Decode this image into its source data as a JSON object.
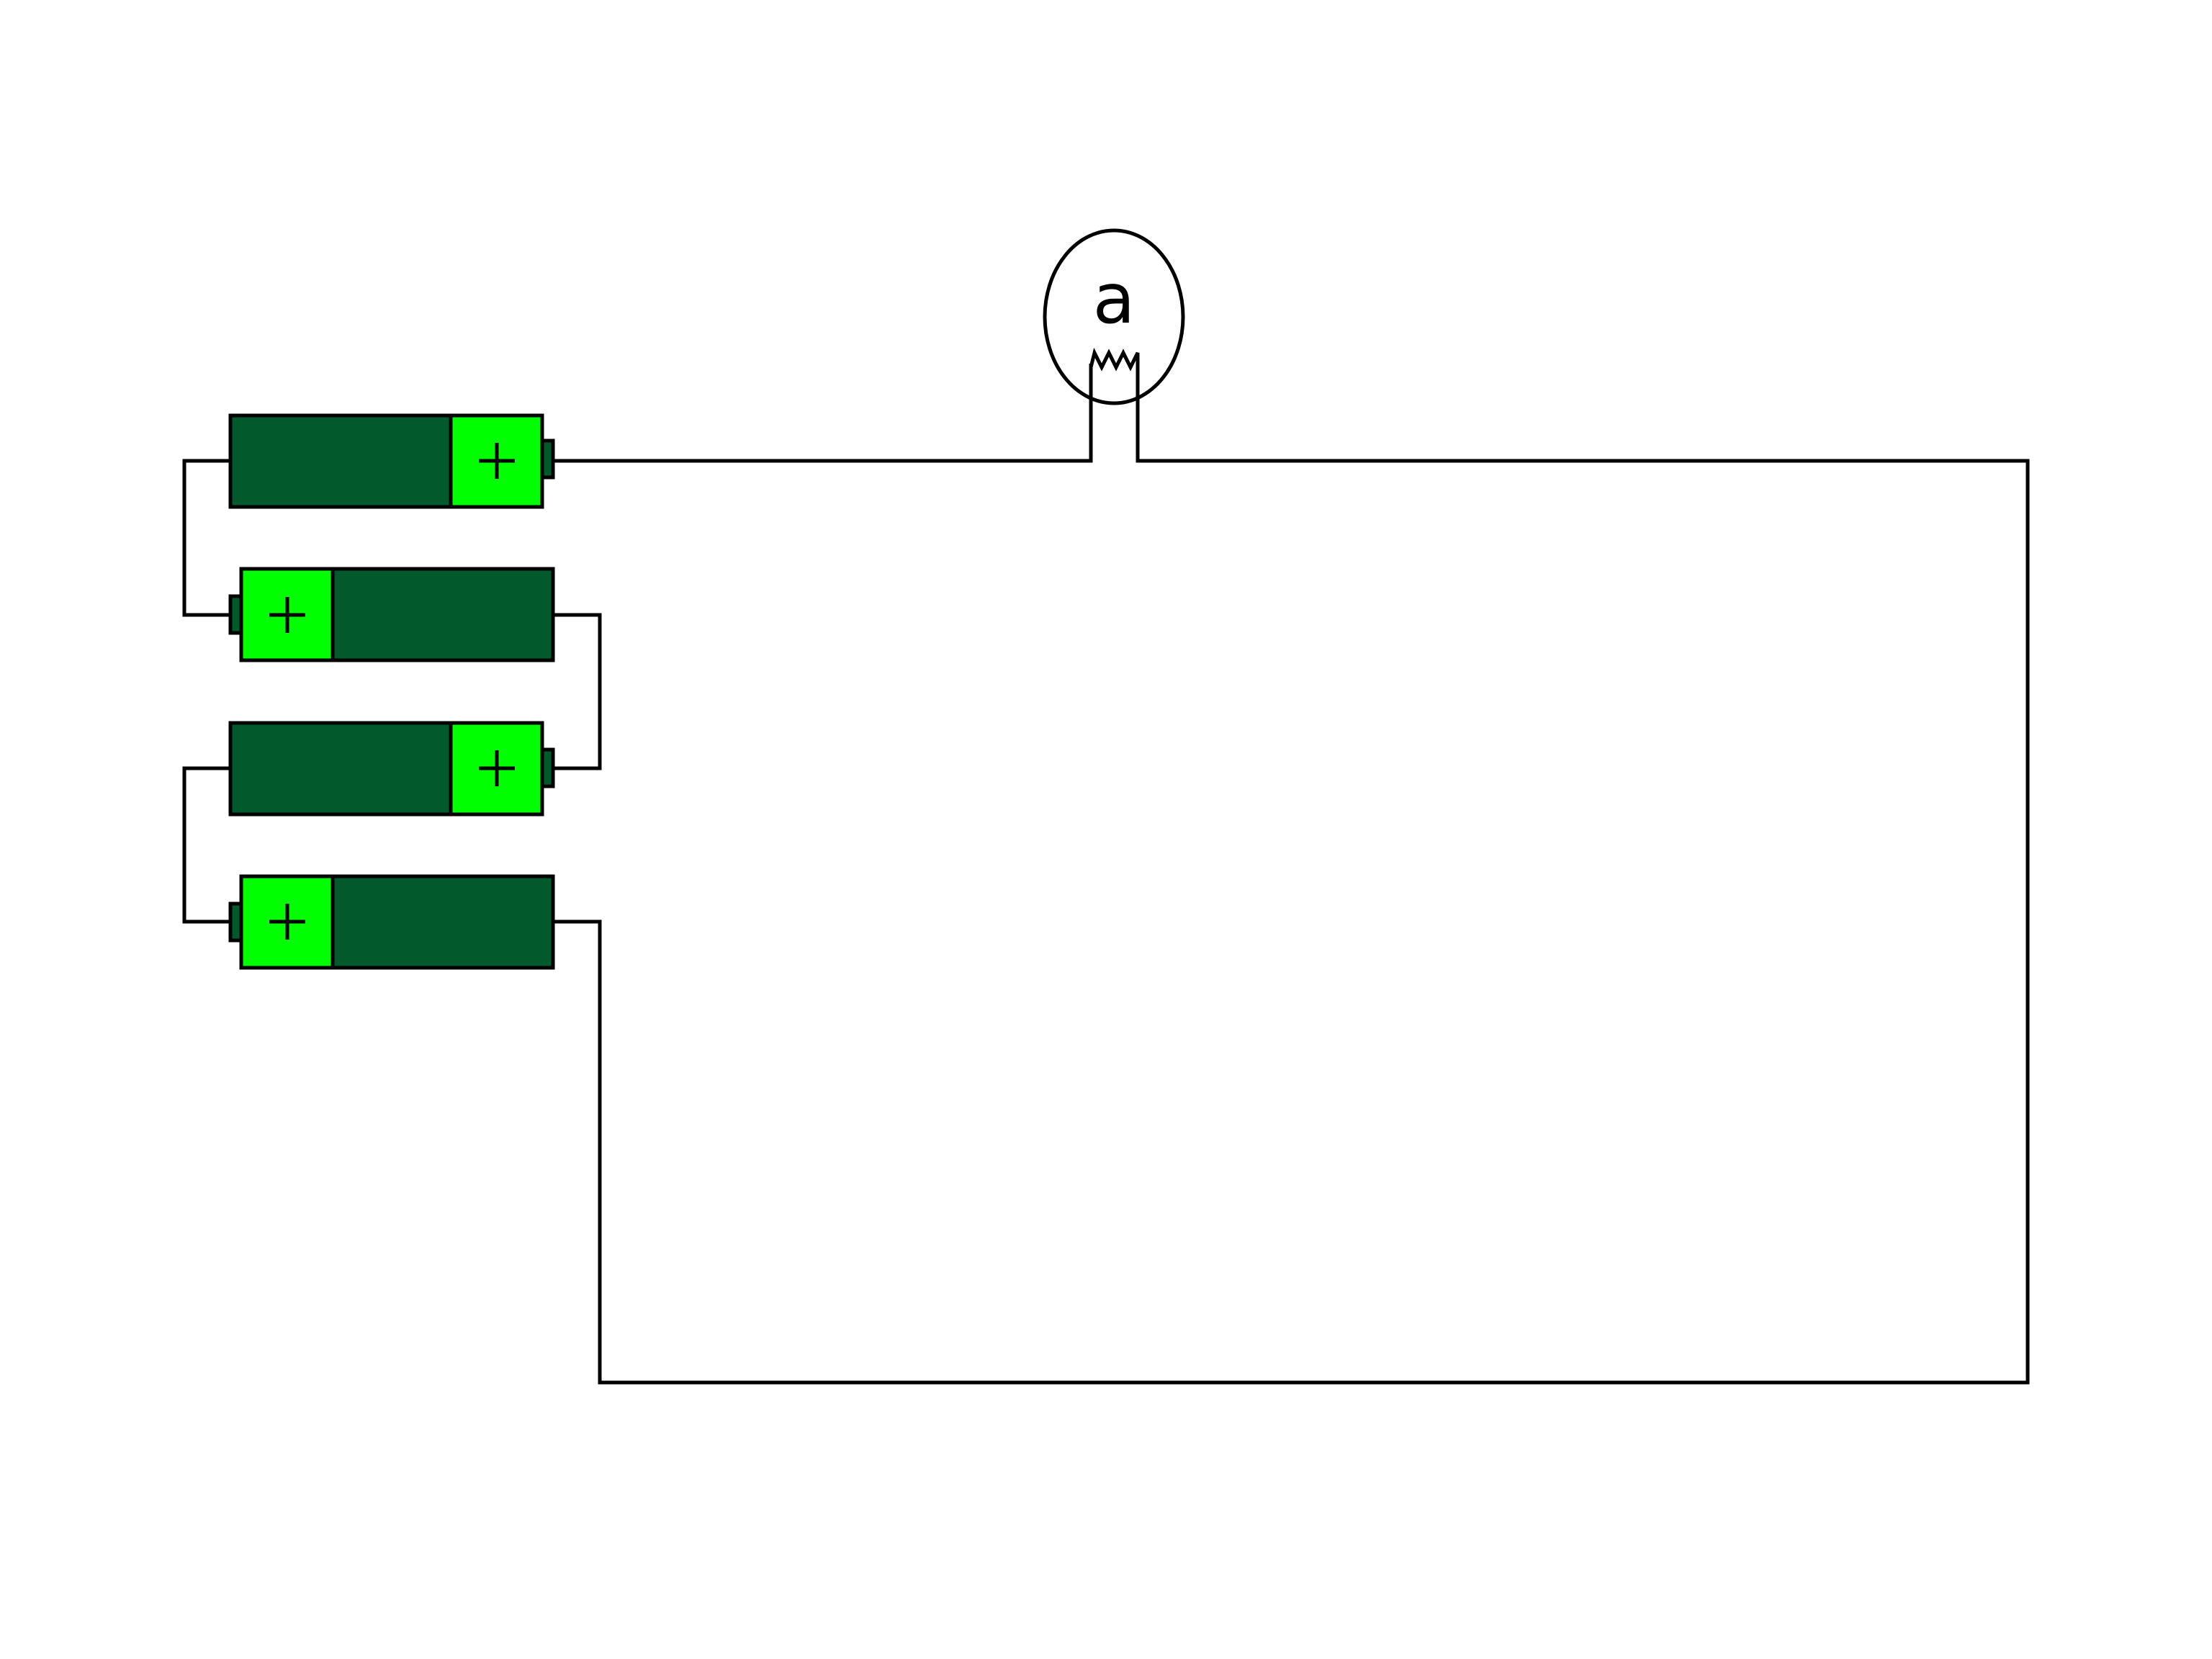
{
  "diagram": {
    "type": "circuit",
    "description": "Four batteries in series connected to a light bulb",
    "colors": {
      "battery_body": "#005a2b",
      "battery_plus": "#00ff00",
      "wire": "#000000",
      "background": "#ffffff"
    },
    "bulb": {
      "label": "a"
    },
    "batteries": [
      {
        "id": 1,
        "orientation": "plus-right",
        "plus_symbol": "+"
      },
      {
        "id": 2,
        "orientation": "plus-left",
        "plus_symbol": "+"
      },
      {
        "id": 3,
        "orientation": "plus-right",
        "plus_symbol": "+"
      },
      {
        "id": 4,
        "orientation": "plus-left",
        "plus_symbol": "+"
      }
    ]
  }
}
